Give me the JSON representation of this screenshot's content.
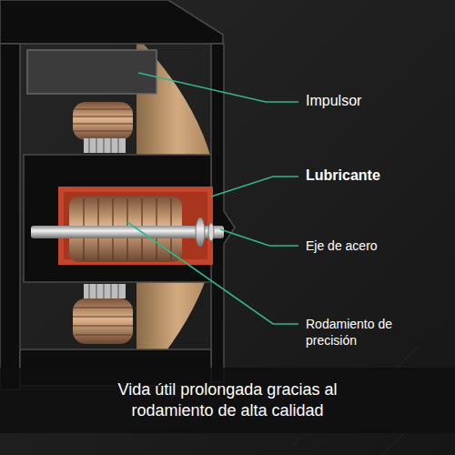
{
  "diagram": {
    "caption": "Vida útil prolongada gracias al rodamiento de alta calidad",
    "labels": [
      "Impulsor",
      "Lubricante",
      "Eje de acero",
      "Rodamiento de precisión"
    ]
  }
}
